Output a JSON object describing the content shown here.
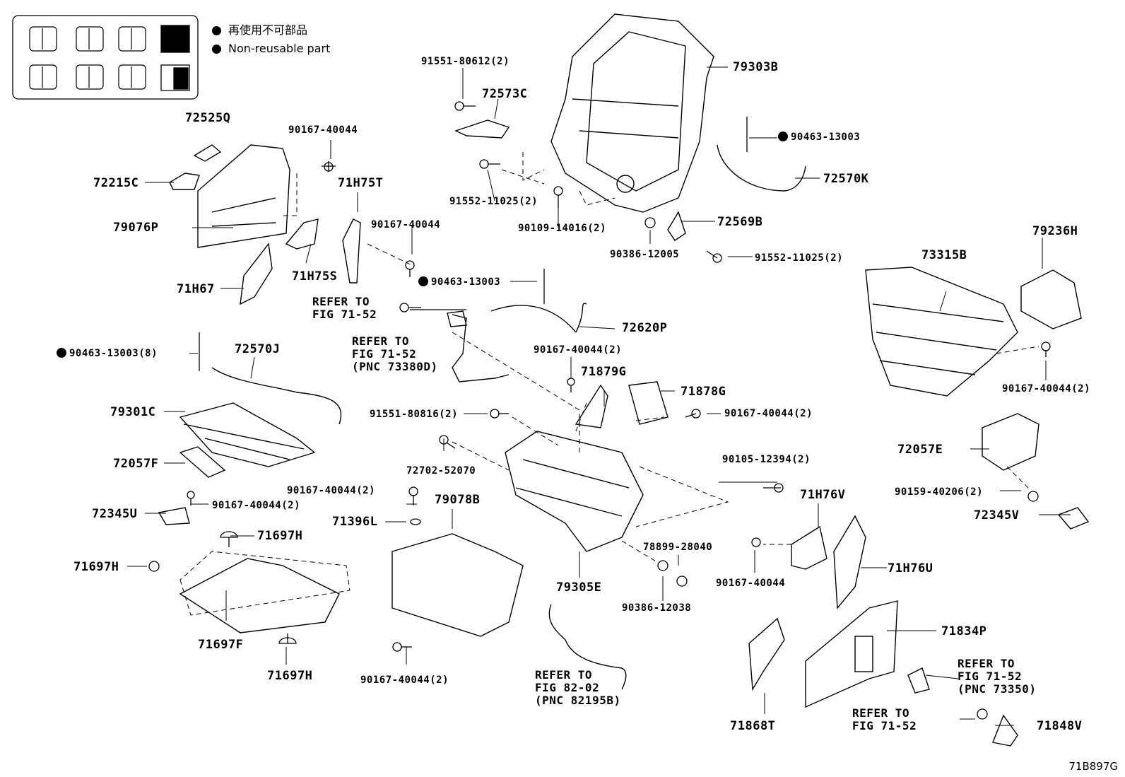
{
  "legend": {
    "jp": "再使用不可部品",
    "en": "Non-reusable part"
  },
  "figure_code": "71B897G",
  "labels": {
    "p72525Q": "72525Q",
    "p72215C": "72215C",
    "p79076P": "79076P",
    "p71H67": "71H67",
    "p90167_40044_a": "90167-40044",
    "p71H75T": "71H75T",
    "p90167_40044_b": "90167-40044",
    "p71H75S": "71H75S",
    "p90463_13003_a": "90463-13003",
    "p91551_80612": "91551-80612(2)",
    "p72573C": "72573C",
    "p91552_11025_a": "91552-11025(2)",
    "p90109_14016": "90109-14016(2)",
    "p79303B": "79303B",
    "p90463_13003_b": "90463-13003",
    "p72570K": "72570K",
    "p72569B": "72569B",
    "p90386_12005": "90386-12005",
    "p91552_11025_b": "91552-11025(2)",
    "p72620P": "72620P",
    "p90167_40044_c": "90167-40044(2)",
    "p71879G": "71879G",
    "p71878G": "71878G",
    "p90167_40044_d": "90167-40044(2)",
    "p90463_13003_c": "90463-13003(8)",
    "p72570J": "72570J",
    "p79301C": "79301C",
    "p72057F": "72057F",
    "p90167_40044_e": "90167-40044(2)",
    "p72345U": "72345U",
    "p71697H_a": "71697H",
    "p71697H_b": "71697H",
    "p71697F": "71697F",
    "p71697H_c": "71697H",
    "p91551_80816": "91551-80816(2)",
    "p72702_52070": "72702-52070",
    "p90167_40044_f": "90167-40044(2)",
    "p79078B": "79078B",
    "p71396L": "71396L",
    "p90167_40044_g": "90167-40044(2)",
    "p79305E": "79305E",
    "p90105_12394": "90105-12394(2)",
    "p78899_28040": "78899-28040",
    "p90386_12038": "90386-12038",
    "p71H76V": "71H76V",
    "p90167_40044_h": "90167-40044",
    "p71H76U": "71H76U",
    "p73315B": "73315B",
    "p79236H": "79236H",
    "p90167_40044_i": "90167-40044(2)",
    "p72057E": "72057E",
    "p90159_40206": "90159-40206(2)",
    "p72345V": "72345V",
    "p71834P": "71834P",
    "p71868T": "71868T",
    "p71848V": "71848V"
  },
  "references": {
    "ref_71_52_a": "REFER TO\nFIG 71-52",
    "ref_71_52_73380D": "REFER TO\nFIG 71-52\n(PNC 73380D)",
    "ref_82_02": "REFER TO\nFIG 82-02\n(PNC 82195B)",
    "ref_71_52_73350": "REFER TO\nFIG 71-52\n(PNC 73350)",
    "ref_71_52_b": "REFER TO\nFIG 71-52"
  }
}
